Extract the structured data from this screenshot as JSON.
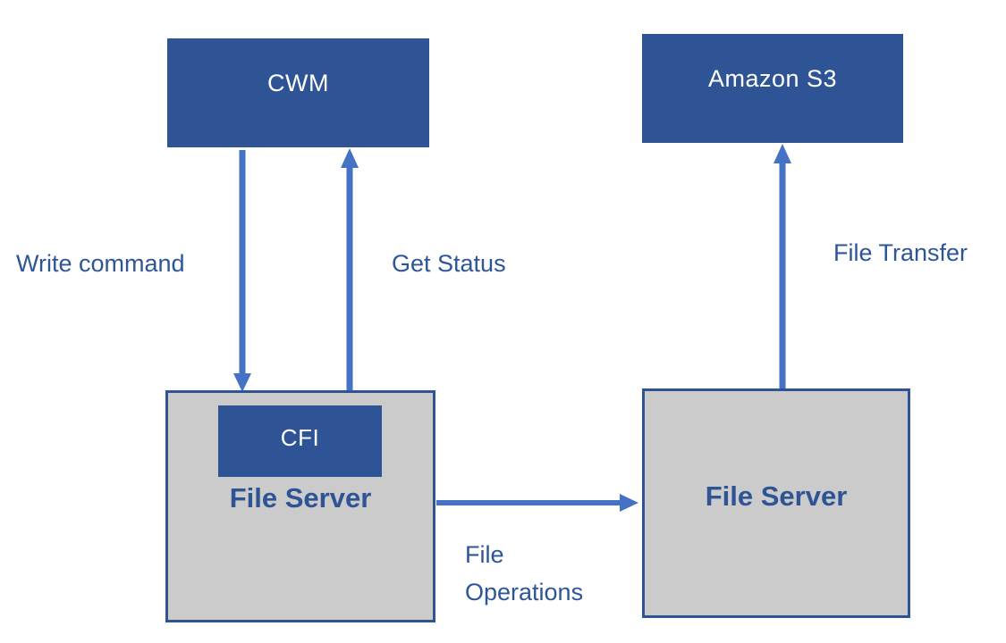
{
  "nodes": {
    "cwm": {
      "label": "CWM"
    },
    "amazon_s3": {
      "label": "Amazon S3"
    },
    "file_server_left": {
      "label": "File Server",
      "component": {
        "label": "CFI"
      }
    },
    "file_server_right": {
      "label": "File Server"
    }
  },
  "edges": [
    {
      "id": "write-command",
      "from": "CWM",
      "to": "File Server (left)",
      "direction": "down",
      "label": "Write command"
    },
    {
      "id": "get-status",
      "from": "File Server (left)",
      "to": "CWM",
      "direction": "up",
      "label": "Get Status"
    },
    {
      "id": "file-transfer",
      "from": "File Server (right)",
      "to": "Amazon S3",
      "direction": "up",
      "label": "File Transfer"
    },
    {
      "id": "file-operations",
      "from": "File Server (left)",
      "to": "File Server (right)",
      "direction": "right",
      "label": "File Operations",
      "label_lines": [
        "File",
        "Operations"
      ]
    }
  ],
  "colors": {
    "node_fill": "#2F5496",
    "node_text": "#FFFFFF",
    "server_fill": "#CBCBCB",
    "server_border": "#2F5496",
    "server_label": "#2F5496",
    "arrow": "#4472C4",
    "edge_label": "#2E5597",
    "background": "#FFFFFF"
  }
}
